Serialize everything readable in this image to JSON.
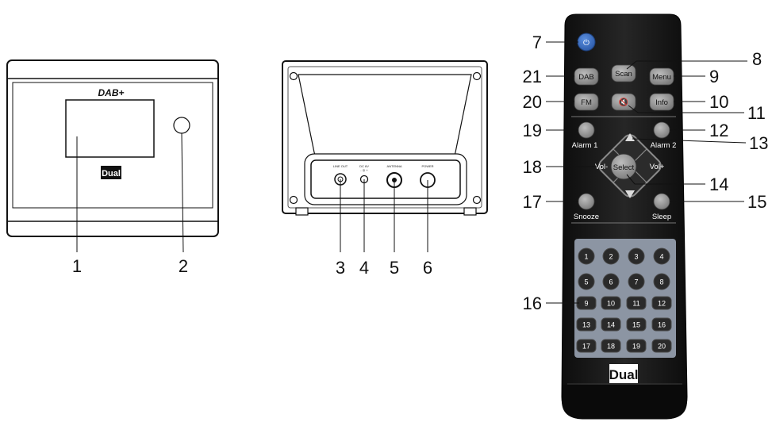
{
  "front": {
    "dab_logo": "DAB+",
    "brand": "Dual"
  },
  "back": {
    "jack_labels": [
      "LINE OUT",
      "DC 6V",
      "ANTENNA",
      "POWER"
    ],
    "dc_polarity": "- ◎ +"
  },
  "remote": {
    "brand": "Dual",
    "buttons": {
      "scan": "Scan",
      "dab": "DAB",
      "menu": "Menu",
      "fm": "FM",
      "info": "Info",
      "select": "Select",
      "vol_minus": "Vol-",
      "vol_plus": "Vol+"
    },
    "under_labels": {
      "alarm1": "Alarm 1",
      "alarm2": "Alarm 2",
      "snooze": "Snooze",
      "sleep": "Sleep"
    },
    "keypad": [
      "1",
      "2",
      "3",
      "4",
      "5",
      "6",
      "7",
      "8",
      "9",
      "10",
      "11",
      "12",
      "13",
      "14",
      "15",
      "16",
      "17",
      "18",
      "19",
      "20"
    ]
  },
  "callouts": {
    "c1": "1",
    "c2": "2",
    "c3": "3",
    "c4": "4",
    "c5": "5",
    "c6": "6",
    "c7": "7",
    "c8": "8",
    "c9": "9",
    "c10": "10",
    "c11": "11",
    "c12": "12",
    "c13": "13",
    "c14": "14",
    "c15": "15",
    "c16": "16",
    "c17": "17",
    "c18": "18",
    "c19": "19",
    "c20": "20",
    "c21": "21"
  },
  "colors": {
    "power_button": "#3b6fc4",
    "remote_body": "#1a1a1a",
    "keypad_panel": "#8c95a3",
    "nav_ring": "#8a8a8a"
  }
}
